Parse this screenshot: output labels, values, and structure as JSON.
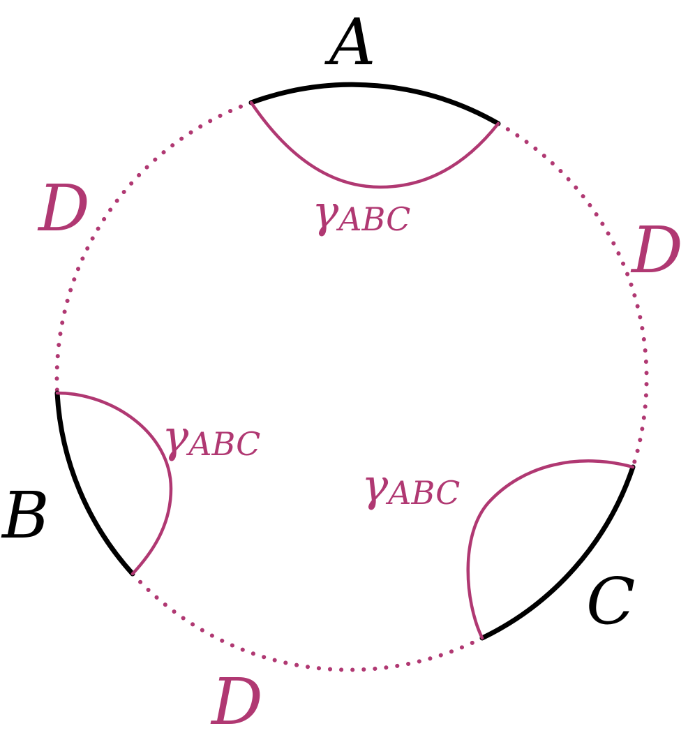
{
  "colors": {
    "black": "#000000",
    "magenta": "#b03872"
  },
  "labels": {
    "a": "A",
    "b": "B",
    "c": "C",
    "d": "D"
  },
  "gamma": {
    "symbol": "γ",
    "subscript": "ABC"
  }
}
